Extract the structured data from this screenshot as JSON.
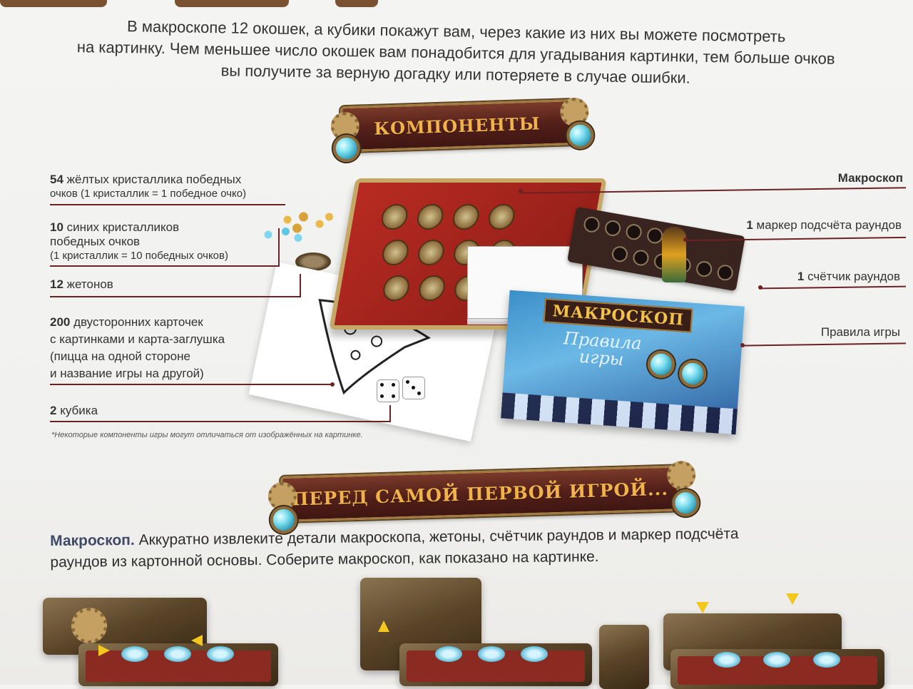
{
  "intro": [
    "В макроскопе 12 окошек, а кубики покажут вам, через какие из них вы можете посмотреть",
    "на картинку. Чем меньшее число окошек вам понадобится для угадывания картинки, тем больше очков",
    "вы получите за верную догадку или потеряете в случае ошибки."
  ],
  "components_banner": {
    "title": "КОМПОНЕНТЫ"
  },
  "components": [
    {
      "count": "54",
      "text": "жёлтых кристаллика победных",
      "sub": "очков (1 кристаллик = 1 победное очко)"
    },
    {
      "count": "10",
      "text": "синих кристалликов",
      "sub": "победных очков",
      "sub2": "(1 кристаллик = 10 победных очков)"
    },
    {
      "count": "12",
      "text": "жетонов"
    },
    {
      "count": "200",
      "text": "двусторонних карточек",
      "lines": [
        "с картинками и карта-заглушка",
        "(пицца на одной стороне",
        "и название игры на другой)"
      ]
    },
    {
      "count": "2",
      "text": "кубика"
    }
  ],
  "right_labels": {
    "macroscope": "Макроскоп",
    "marker": {
      "count": "1",
      "text": "маркер подсчёта раундов"
    },
    "counter": {
      "count": "1",
      "text": "счётчик раундов"
    },
    "rules": "Правила игры"
  },
  "rulebook": {
    "title": "МАКРОСКОП",
    "subtitle_1": "Правила",
    "subtitle_2": "игры"
  },
  "footnote": "*Некоторые компоненты игры могут отличаться от изображённых на картинке.",
  "before_banner": {
    "title": "ПЕРЕД САМОЙ ПЕРВОЙ ИГРОЙ..."
  },
  "paragraph": {
    "lead": "Макроскоп.",
    "text_1": " Аккуратно извлеките детали макроскопа, жетоны, счётчик раундов и маркер подсчёта",
    "text_2": "раундов из картонной основы. Соберите макроскоп, как показано на картинке."
  },
  "colors": {
    "banner_bg": "#54201a",
    "banner_text": "#f0b24a",
    "leader_line": "#6b2222",
    "lead_word": "#3f4a66",
    "arrow": "#f2c81e"
  },
  "icons": [
    "gem-icon",
    "gear-icon",
    "arrow-down-icon",
    "arrow-right-icon"
  ]
}
